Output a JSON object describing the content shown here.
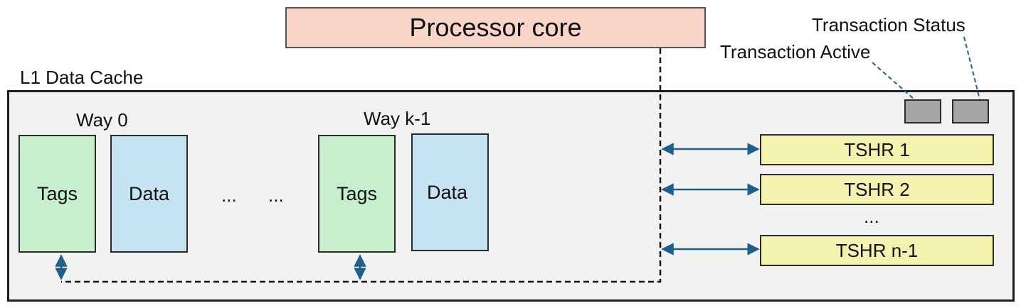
{
  "processor": {
    "label": "Processor core"
  },
  "cache": {
    "title": "L1 Data Cache",
    "way0": {
      "label": "Way 0",
      "tags": "Tags",
      "data": "Data"
    },
    "wayk": {
      "label": "Way k-1",
      "tags": "Tags",
      "data": "Data"
    },
    "ellipsis": [
      "...",
      "..."
    ]
  },
  "tshr": {
    "rows": [
      "TSHR 1",
      "TSHR 2",
      "TSHR n-1"
    ],
    "ellipsis": "..."
  },
  "status": {
    "active_label": "Transaction Active",
    "status_label": "Transaction Status"
  },
  "colors": {
    "processor_fill": "#f9d5c8",
    "tags_fill": "#c6efce",
    "data_fill": "#c5e3f3",
    "tshr_fill": "#f5f2b0",
    "status_fill": "#a6a6a6",
    "cache_fill": "#f2f2f2",
    "arrow": "#1f5f8b"
  }
}
